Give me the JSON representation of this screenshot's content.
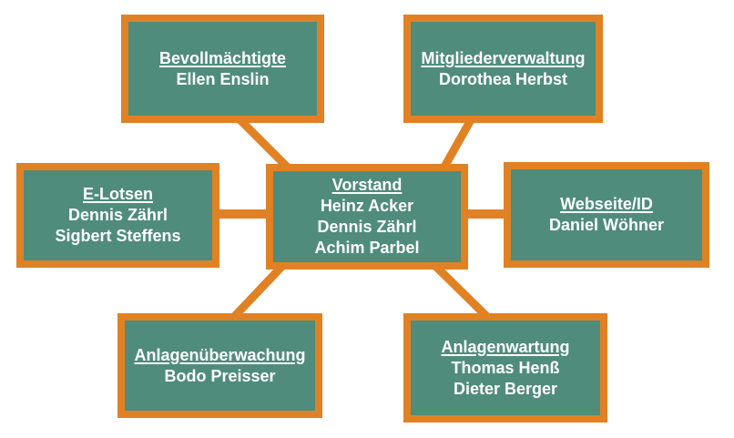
{
  "colors": {
    "box_fill": "#4F8C7B",
    "box_border": "#E08124",
    "connector": "#E08124",
    "text": "#FFFFFF",
    "background": "#FFFFFF"
  },
  "diagram": {
    "type": "org-chart",
    "nodes": [
      {
        "id": "bevollmaechtigte",
        "title": "Bevollmächtigte",
        "members": [
          "Ellen Enslin"
        ]
      },
      {
        "id": "mitgliederverwaltung",
        "title": "Mitgliederverwaltung",
        "members": [
          "Dorothea Herbst"
        ]
      },
      {
        "id": "e-lotsen",
        "title": "E-Lotsen",
        "members": [
          "Dennis Zährl",
          "Sigbert Steffens"
        ]
      },
      {
        "id": "vorstand",
        "title": "Vorstand",
        "members": [
          "Heinz Acker",
          "Dennis Zährl",
          "Achim Parbel"
        ]
      },
      {
        "id": "webseite-id",
        "title": "Webseite/ID",
        "members": [
          "Daniel Wöhner"
        ]
      },
      {
        "id": "anlagenueberwachung",
        "title": "Anlagenüberwachung",
        "members": [
          "Bodo Preisser"
        ]
      },
      {
        "id": "anlagenwartung",
        "title": "Anlagenwartung",
        "members": [
          "Thomas Henß",
          "Dieter Berger"
        ]
      }
    ],
    "edges": [
      {
        "from": "vorstand",
        "to": "bevollmaechtigte"
      },
      {
        "from": "vorstand",
        "to": "mitgliederverwaltung"
      },
      {
        "from": "vorstand",
        "to": "e-lotsen"
      },
      {
        "from": "vorstand",
        "to": "webseite-id"
      },
      {
        "from": "vorstand",
        "to": "anlagenueberwachung"
      },
      {
        "from": "vorstand",
        "to": "anlagenwartung"
      }
    ]
  }
}
